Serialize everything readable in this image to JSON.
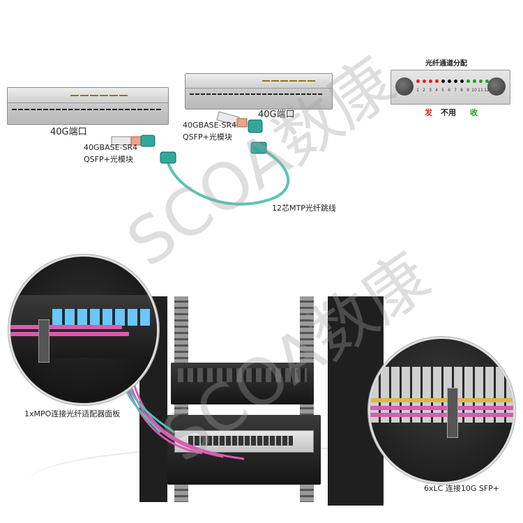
{
  "top": {
    "port_left": "40G端口",
    "port_right": "40G端口",
    "module_left_line1": "40GBASE-SR4",
    "module_left_line2": "QSFP+光模块",
    "module_right_line1": "40GBASE-SR4",
    "module_right_line2": "QSFP+光模块",
    "cable_label": "12芯MTP光纤跳线"
  },
  "channel": {
    "title": "光纤通道分配",
    "numbers": [
      "1",
      "2",
      "3",
      "4",
      "5",
      "6",
      "7",
      "8",
      "9",
      "10",
      "11",
      "12"
    ],
    "legend_send": "发",
    "legend_unused": "不用",
    "legend_receive": "收",
    "colors": {
      "send": "#e02020",
      "unused": "#111111",
      "receive": "#20a020"
    }
  },
  "bottom": {
    "left_caption": "1xMPO连接光纤适配器面板",
    "right_caption": "6xLC 连接10G SFP+"
  },
  "watermark": {
    "text_upper": "SCOA数康",
    "text_lower": "SCOA数康"
  }
}
